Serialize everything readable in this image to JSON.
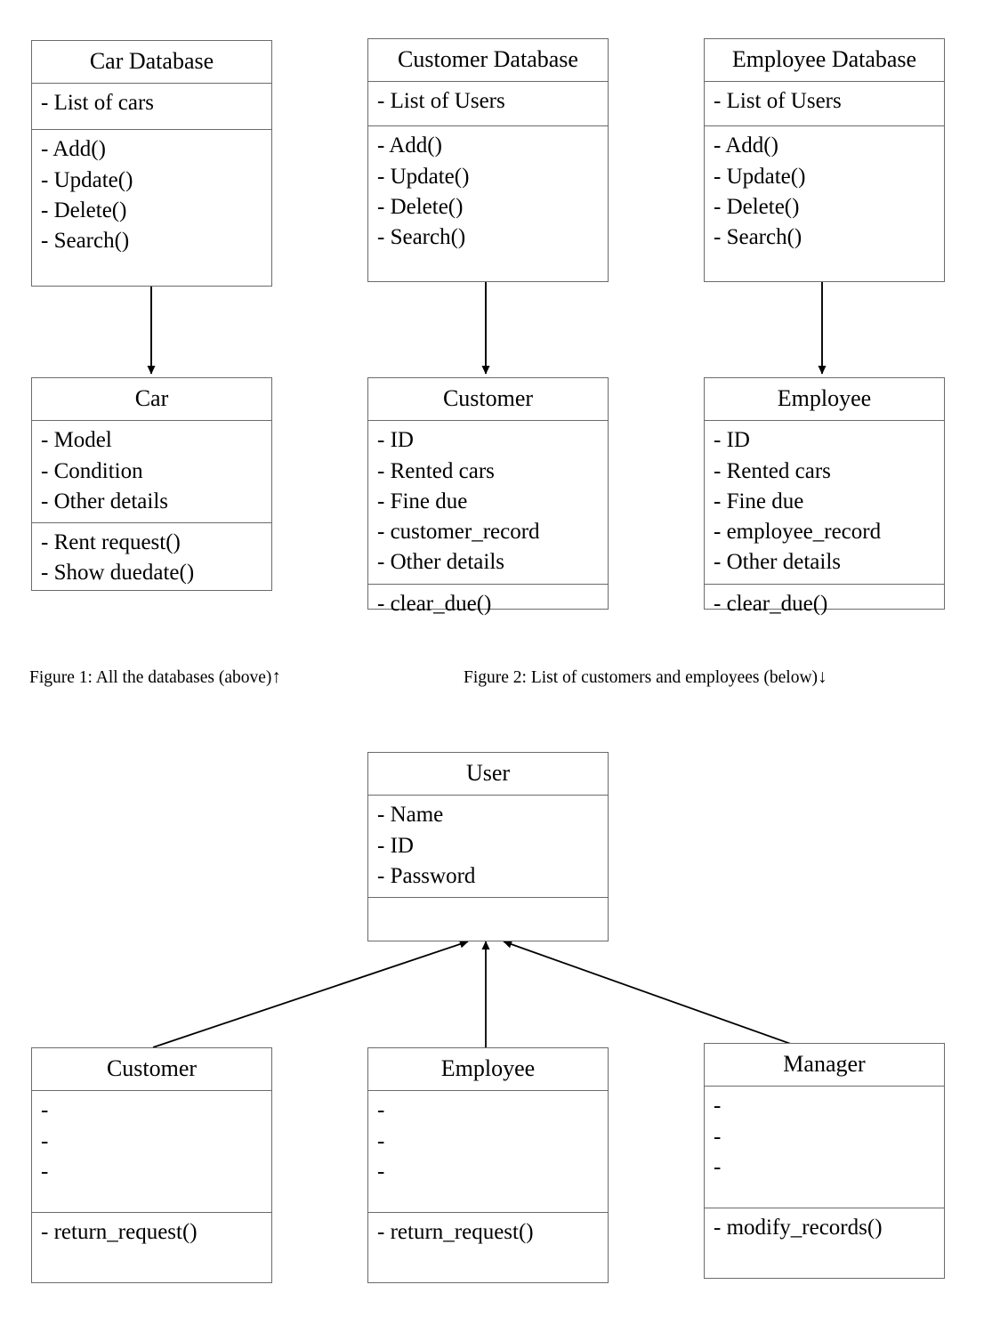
{
  "diagram": {
    "title": "UML class diagram for car rental system",
    "stroke_color": "#6b6b6b",
    "line_color": "#000000",
    "background": "#ffffff"
  },
  "figures": [
    {
      "id": "figure-1",
      "text": "Figure 1: All the databases (above)",
      "arrow_glyph": "↑",
      "arrow_direction": "up"
    },
    {
      "id": "figure-2",
      "text": "Figure 2: List of customers and employees (below)",
      "arrow_glyph": "↓",
      "arrow_direction": "down"
    }
  ],
  "classes": {
    "car_database": {
      "name": "Car Database",
      "attributes": [
        "- List of cars"
      ],
      "operations": [
        "- Add()",
        "- Update()",
        "- Delete()",
        "- Search()"
      ]
    },
    "customer_database": {
      "name": "Customer Database",
      "attributes": [
        "- List of Users"
      ],
      "operations": [
        "- Add()",
        "- Update()",
        "- Delete()",
        "- Search()"
      ]
    },
    "employee_database": {
      "name": "Employee Database",
      "attributes": [
        "- List of Users"
      ],
      "operations": [
        "- Add()",
        "- Update()",
        "- Delete()",
        "- Search()"
      ]
    },
    "car": {
      "name": "Car",
      "attributes": [
        "- Model",
        "- Condition",
        "- Other details"
      ],
      "operations": [
        "- Rent request()",
        "- Show duedate()"
      ]
    },
    "customer": {
      "name": "Customer",
      "attributes": [
        "- ID",
        "- Rented cars",
        "- Fine due",
        "- customer_record",
        "- Other details"
      ],
      "operations": [
        "- clear_due()"
      ]
    },
    "employee": {
      "name": "Employee",
      "attributes": [
        "- ID",
        "- Rented cars",
        "- Fine due",
        "- employee_record",
        "- Other details"
      ],
      "operations": [
        "- clear_due()"
      ]
    },
    "user": {
      "name": "User",
      "attributes": [
        "- Name",
        "- ID",
        "- Password"
      ],
      "operations": [
        ""
      ]
    },
    "customer_sub": {
      "name": "Customer",
      "attributes": [
        "-",
        "-",
        "-"
      ],
      "operations": [
        "- return_request()"
      ]
    },
    "employee_sub": {
      "name": "Employee",
      "attributes": [
        "-",
        "-",
        "-"
      ],
      "operations": [
        "- return_request()"
      ]
    },
    "manager_sub": {
      "name": "Manager",
      "attributes": [
        "-",
        "-",
        "-"
      ],
      "operations": [
        "- modify_records()"
      ]
    }
  },
  "relationships": [
    {
      "from": "car_database",
      "to": "car",
      "type": "arrow-down"
    },
    {
      "from": "customer_database",
      "to": "customer",
      "type": "arrow-down"
    },
    {
      "from": "employee_database",
      "to": "employee",
      "type": "arrow-down"
    },
    {
      "from": "customer_sub",
      "to": "user",
      "type": "generalization"
    },
    {
      "from": "employee_sub",
      "to": "user",
      "type": "generalization"
    },
    {
      "from": "manager_sub",
      "to": "user",
      "type": "generalization"
    }
  ]
}
